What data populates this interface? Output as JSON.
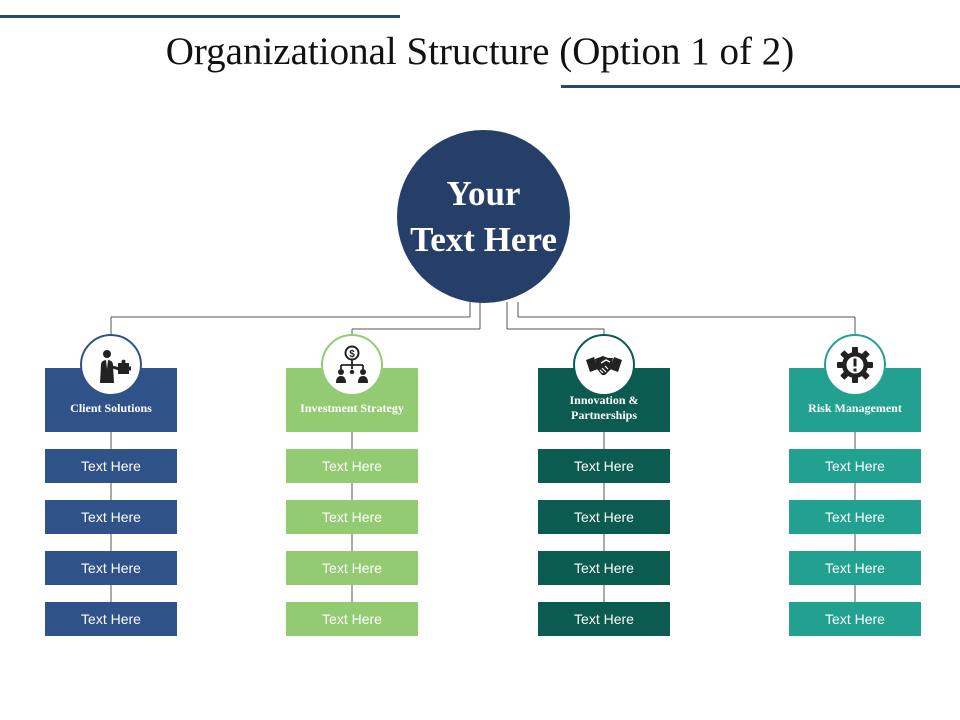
{
  "title": "Organizational Structure (Option 1 of 2)",
  "root": {
    "label": "Your\nText Here"
  },
  "colors": {
    "accent_line": "#264a6e",
    "root": "#263f68"
  },
  "departments": [
    {
      "name": "Client Solutions",
      "icon": "businessman-puzzle-icon",
      "color": "#2f5289",
      "items": [
        "Text Here",
        "Text Here",
        "Text Here",
        "Text Here"
      ]
    },
    {
      "name": "Investment Strategy",
      "icon": "dollar-hierarchy-icon",
      "color": "#93cb73",
      "items": [
        "Text Here",
        "Text Here",
        "Text Here",
        "Text Here"
      ]
    },
    {
      "name": "Innovation & Partnerships",
      "icon": "handshake-icon",
      "color": "#0b5b50",
      "items": [
        "Text Here",
        "Text Here",
        "Text Here",
        "Text Here"
      ]
    },
    {
      "name": "Risk Management",
      "icon": "gear-alert-icon",
      "color": "#23a190",
      "items": [
        "Text Here",
        "Text Here",
        "Text Here",
        "Text Here"
      ]
    }
  ]
}
